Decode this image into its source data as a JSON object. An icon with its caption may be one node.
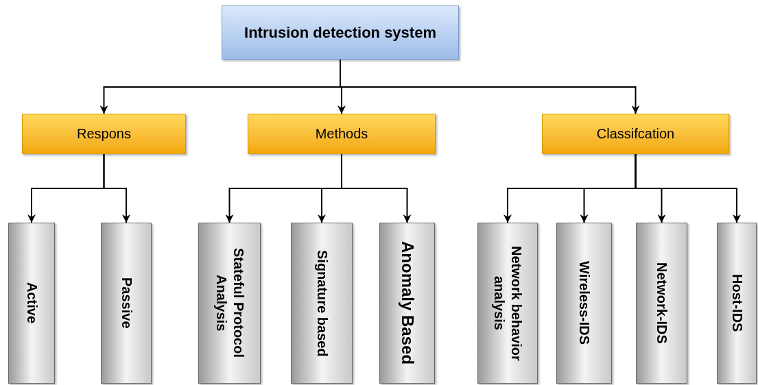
{
  "diagram": {
    "nodes": [
      {
        "text": [
          "Intrusion detection system"
        ]
      },
      {
        "text": [
          "Respons"
        ]
      },
      {
        "text": [
          "Methods"
        ]
      },
      {
        "text": [
          "Classifcation"
        ]
      },
      {
        "text": [
          "Active"
        ]
      },
      {
        "text": [
          "Passive"
        ]
      },
      {
        "text": [
          "Stateful Protocol Analysis"
        ]
      },
      {
        "text": [
          "Signature based"
        ]
      },
      {
        "text": [
          "Anomaly Based"
        ]
      },
      {
        "text": [
          "Network behavior analysis"
        ]
      },
      {
        "text": [
          "Wireless-IDS"
        ]
      },
      {
        "text": [
          "Network-IDS"
        ]
      },
      {
        "text": [
          "Host-IDS"
        ]
      }
    ],
    "edges": [
      {
        "from": 0,
        "to": 1,
        "arrow": "to"
      },
      {
        "from": 0,
        "to": 2,
        "arrow": "to"
      },
      {
        "from": 0,
        "to": 3,
        "arrow": "to"
      },
      {
        "from": 1,
        "to": 4,
        "arrow": "to"
      },
      {
        "from": 1,
        "to": 5,
        "arrow": "to"
      },
      {
        "from": 2,
        "to": 6,
        "arrow": "to"
      },
      {
        "from": 2,
        "to": 7,
        "arrow": "to"
      },
      {
        "from": 2,
        "to": 8,
        "arrow": "to"
      },
      {
        "from": 3,
        "to": 9,
        "arrow": "to"
      },
      {
        "from": 3,
        "to": 10,
        "arrow": "to"
      },
      {
        "from": 3,
        "to": 11,
        "arrow": "to"
      },
      {
        "from": 3,
        "to": 12,
        "arrow": "to"
      }
    ]
  }
}
